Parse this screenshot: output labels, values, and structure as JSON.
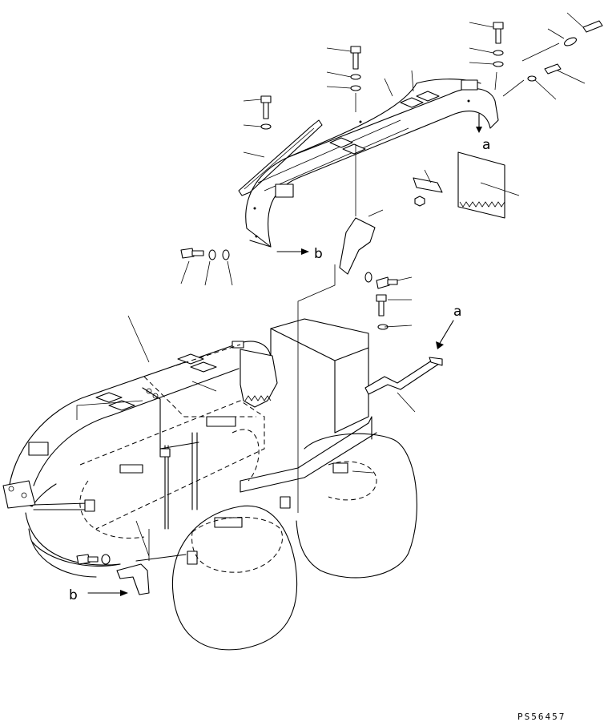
{
  "labels": {
    "callout_a_upper": "a",
    "callout_a_lower": "a",
    "callout_b_upper": "b",
    "callout_b_lower": "b"
  },
  "drawing_code": "PS56457"
}
